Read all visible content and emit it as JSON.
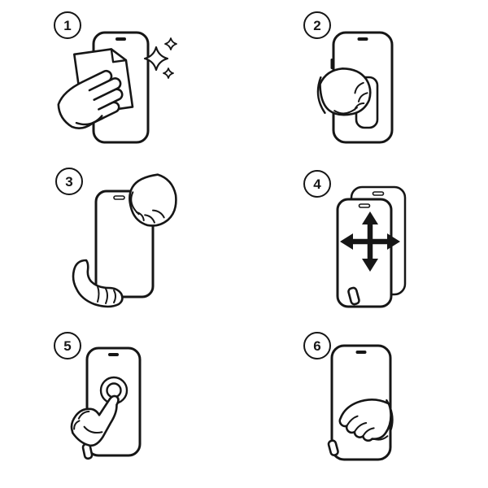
{
  "page": {
    "background_color": "#ffffff",
    "line_color": "#161616",
    "title": ""
  },
  "steps": [
    {
      "number": "1",
      "illustration": "clean-screen-with-cloth",
      "icons": [
        "phone-icon",
        "cleaning-cloth-icon",
        "wiping-hand-icon",
        "sparkle-icon"
      ]
    },
    {
      "number": "2",
      "illustration": "peel-backing-tab",
      "icons": [
        "phone-icon",
        "pull-tab-icon",
        "grabbing-hand-icon"
      ]
    },
    {
      "number": "3",
      "illustration": "peel-film-from-corner",
      "icons": [
        "phone-icon",
        "pinching-hand-icon",
        "holding-hand-icon"
      ]
    },
    {
      "number": "4",
      "illustration": "align-protector",
      "icons": [
        "phone-icon",
        "protector-sheet-icon",
        "four-way-arrows-icon",
        "pull-tab-icon"
      ]
    },
    {
      "number": "5",
      "illustration": "press-center-of-screen",
      "icons": [
        "phone-icon",
        "ripple-icon",
        "pointing-hand-icon",
        "pull-tab-icon"
      ]
    },
    {
      "number": "6",
      "illustration": "smooth-out-with-hand",
      "icons": [
        "phone-icon",
        "pressing-hand-icon",
        "pull-tab-icon"
      ]
    }
  ]
}
